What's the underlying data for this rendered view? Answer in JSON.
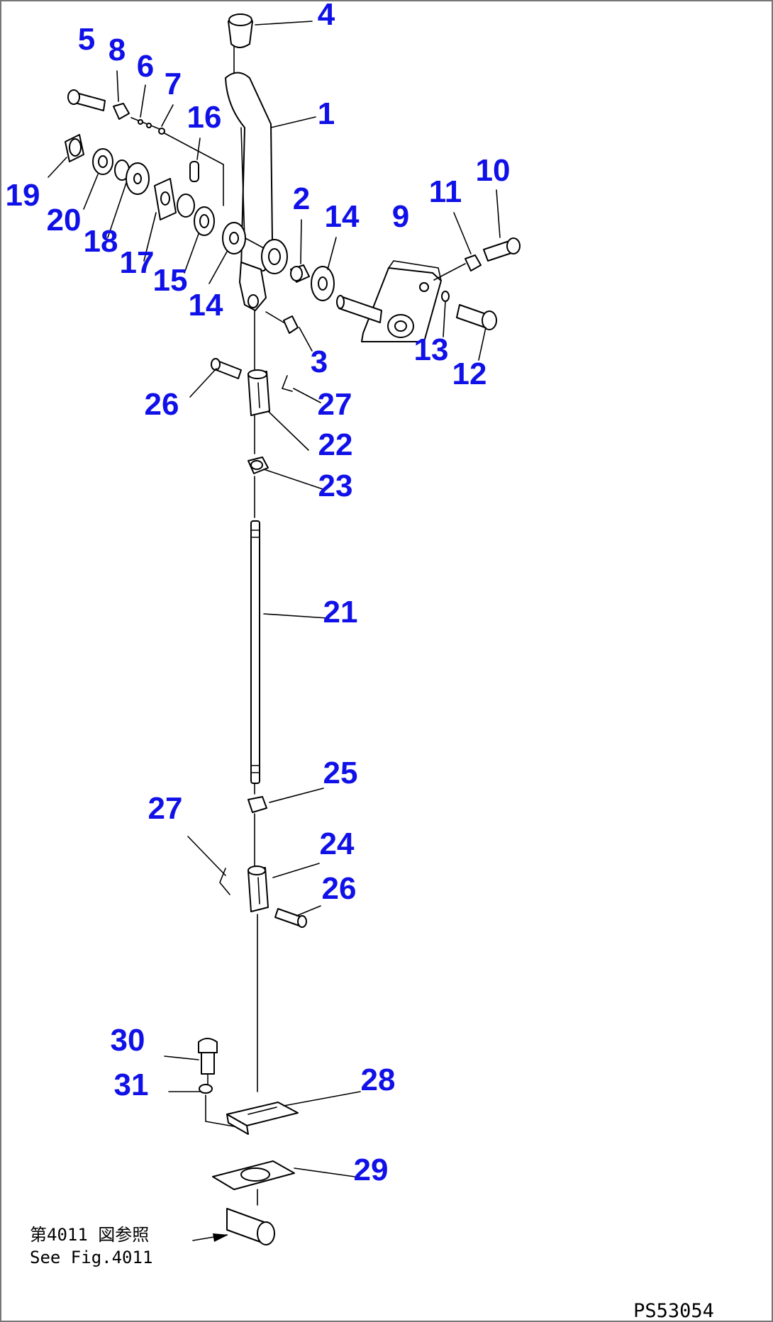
{
  "colors": {
    "callout": "#1010e8",
    "line": "#000000",
    "background": "#ffffff"
  },
  "callouts": [
    "1",
    "2",
    "3",
    "4",
    "5",
    "6",
    "7",
    "8",
    "9",
    "10",
    "11",
    "12",
    "13",
    "14",
    "14",
    "15",
    "16",
    "17",
    "18",
    "19",
    "20",
    "21",
    "22",
    "23",
    "24",
    "25",
    "26",
    "26",
    "27",
    "27",
    "28",
    "29",
    "30",
    "31"
  ],
  "reference_note": {
    "jp": "第4011 図参照",
    "en": "See Fig.4011"
  },
  "drawing_id": "PS53054"
}
